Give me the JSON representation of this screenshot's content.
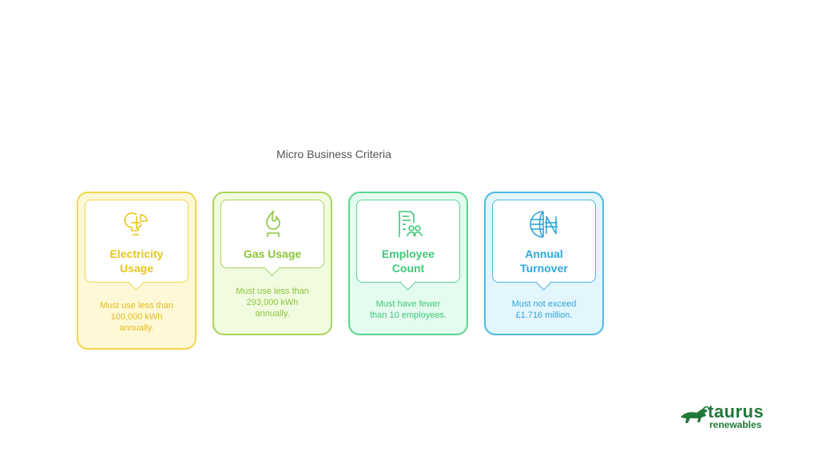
{
  "title": "Micro Business Criteria",
  "cards": [
    {
      "label_line1": "Electricity",
      "label_line2": "Usage",
      "desc_line1": "Must use less than",
      "desc_line2": "100,000 kWh",
      "desc_line3": "annually.",
      "icon": "lightbulb-pie-icon",
      "color": "#e8c61e",
      "bg": "#fff8d6",
      "border": "#f0d64a"
    },
    {
      "label_line1": "Gas Usage",
      "desc_line1": "Must use less than",
      "desc_line2": "293,000 kWh",
      "desc_line3": "annually.",
      "icon": "gas-flame-icon",
      "color": "#8cc43a",
      "bg": "#f1fbe0",
      "border": "#a8d45c"
    },
    {
      "label_line1": "Employee",
      "label_line2": "Count",
      "desc_line1": "Must have fewer",
      "desc_line2": "than 10 employees.",
      "icon": "document-people-icon",
      "color": "#3ec97a",
      "bg": "#e4fbef",
      "border": "#5cd48f"
    },
    {
      "label_line1": "Annual",
      "label_line2": "Turnover",
      "desc_line1": "Must not exceed",
      "desc_line2": "£1.716 million.",
      "icon": "globe-currency-icon",
      "color": "#2fa6d8",
      "bg": "#e3f6fd",
      "border": "#4cb8e4"
    }
  ],
  "logo": {
    "line1": "taurus",
    "line2": "renewables",
    "color": "#1f7a3a"
  }
}
